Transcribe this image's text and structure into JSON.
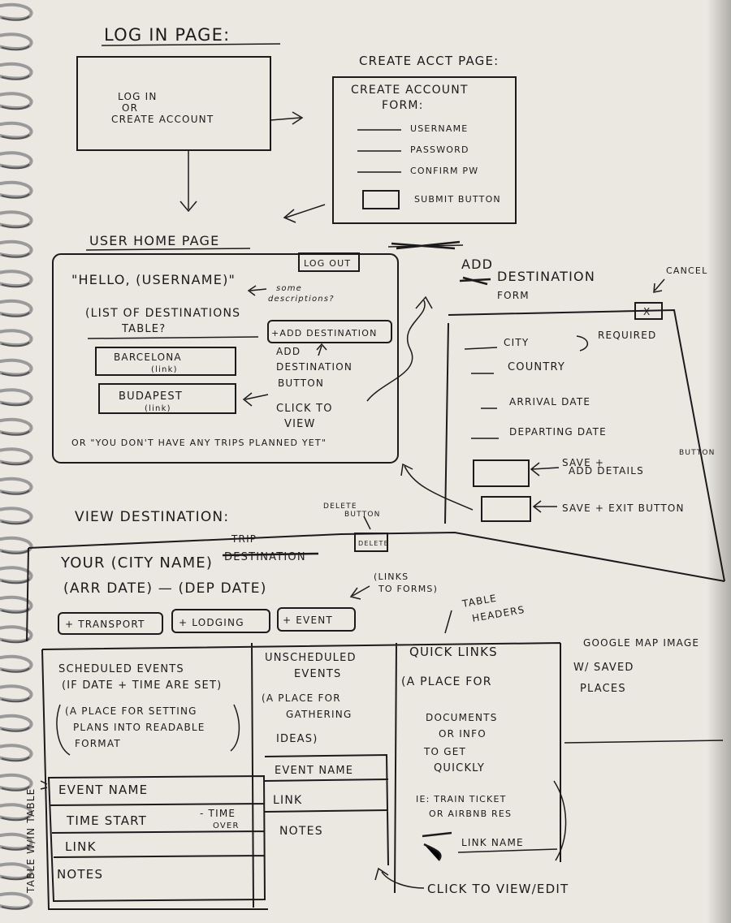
{
  "login_page": {
    "title": "LOG IN PAGE:",
    "box_line1": "LOG IN",
    "box_line2": "OR",
    "box_line3": "CREATE ACCOUNT"
  },
  "create_acct": {
    "title": "CREATE ACCT PAGE:",
    "form_title_1": "CREATE ACCOUNT",
    "form_title_2": "FORM:",
    "fields": [
      "USERNAME",
      "PASSWORD",
      "CONFIRM PW"
    ],
    "submit_label": "SUBMIT BUTTON"
  },
  "user_home": {
    "title": "USER HOME PAGE",
    "greeting": "\"HELLO, (USERNAME)\"",
    "logout": "LOG OUT",
    "note_1": "some",
    "note_2": "descriptions?",
    "list_title_1": "(LIST OF DESTINATIONS",
    "list_title_2": "TABLE?",
    "add_destination": "+ADD DESTINATION",
    "add_note": [
      "ADD",
      "DESTINATION",
      "BUTTON"
    ],
    "destinations": [
      {
        "name": "BARCELONA",
        "sub": "(link)"
      },
      {
        "name": "BUDAPEST",
        "sub": "(link)"
      }
    ],
    "click_note_1": "CLICK TO",
    "click_note_2": "VIEW",
    "empty_message": "OR \"YOU DON'T HAVE ANY TRIPS PLANNED YET\""
  },
  "add_form": {
    "title_1": "ADD",
    "title_2": "DESTINATION",
    "title_3": "FORM",
    "cancel_note": "CANCEL",
    "close_glyph": "X",
    "fields": [
      "CITY",
      "COUNTRY",
      "ARRIVAL DATE",
      "DEPARTING DATE"
    ],
    "required_note": "REQUIRED",
    "save_details_1": "SAVE +",
    "save_details_2": "ADD DETAILS",
    "button_note": "BUTTON",
    "save_exit": "SAVE + EXIT BUTTON"
  },
  "view_destination": {
    "title": "VIEW DESTINATION:",
    "delete_note_1": "DELETE",
    "delete_note_2": "BUTTON",
    "delete_label": "DELETE",
    "heading": "YOUR (CITY NAME)",
    "trip_word": "TRIP",
    "struck_word": "DESTINATION",
    "dates": "(ARR DATE) — (DEP DATE)",
    "links_note_1": "(LINKS",
    "links_note_2": "TO FORMS)",
    "buttons": [
      "+ TRANSPORT",
      "+ LODGING",
      "+ EVENT"
    ],
    "table_note_1": "TABLE",
    "table_note_2": "HEADERS",
    "scheduled": {
      "title_1": "SCHEDULED EVENTS",
      "title_2": "(IF DATE + TIME ARE SET)",
      "desc_1": "(A PLACE FOR SETTING",
      "desc_2": "PLANS INTO READABLE",
      "desc_3": "FORMAT",
      "event_name": "EVENT NAME",
      "time_start": "TIME START",
      "time_over_1": "- TIME",
      "time_over_2": "OVER",
      "link": "LINK",
      "notes": "NOTES"
    },
    "unscheduled": {
      "title_1": "UNSCHEDULED",
      "title_2": "EVENTS",
      "desc_1": "(A PLACE FOR",
      "desc_2": "GATHERING",
      "desc_3": "IDEAS)",
      "event_name": "EVENT NAME",
      "link": "LINK",
      "notes": "NOTES"
    },
    "quick_links": {
      "title": "QUICK LINKS",
      "desc": [
        "(A PLACE FOR",
        "DOCUMENTS",
        "OR INFO",
        "TO GET",
        "QUICKLY"
      ],
      "example_1": "IE: TRAIN TICKET",
      "example_2": "OR AIRBNB RES",
      "link_name": "LINK NAME"
    },
    "map": [
      "GOOGLE MAP IMAGE",
      "W/ SAVED",
      "PLACES"
    ],
    "click_edit": "CLICK TO VIEW/EDIT",
    "side_label": "TABLE W/IN TABLE"
  }
}
